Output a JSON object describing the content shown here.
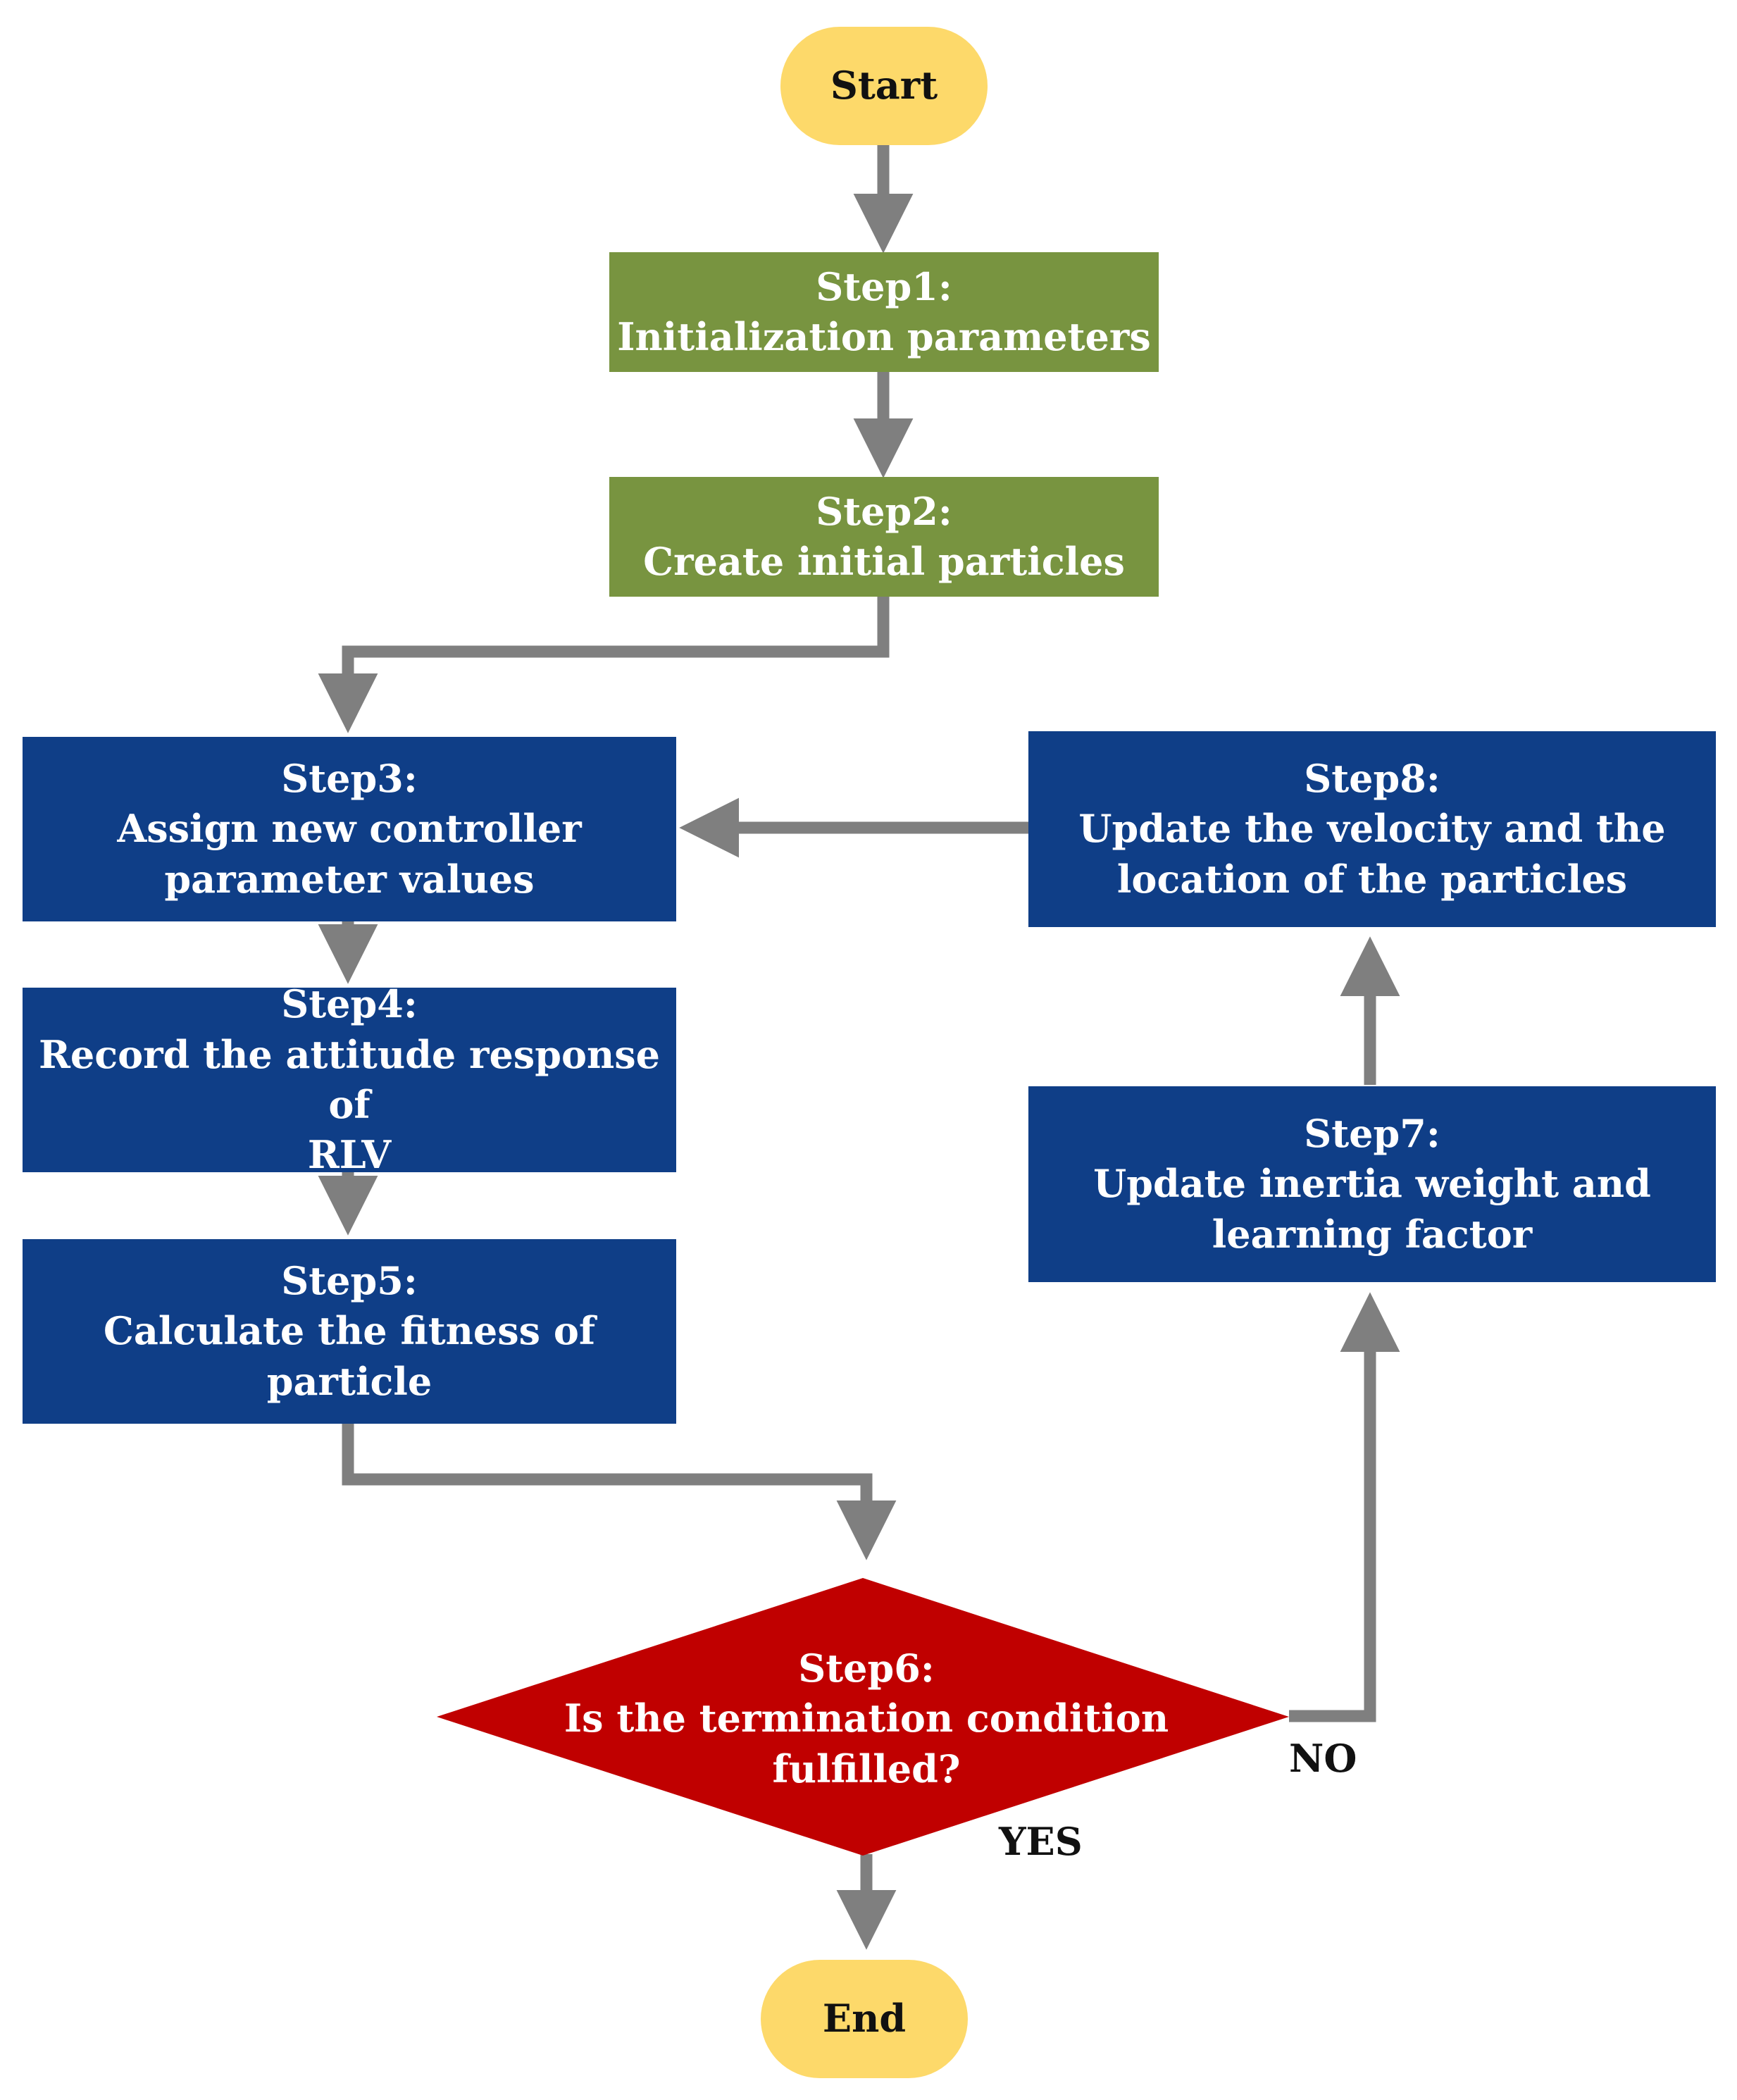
{
  "colors": {
    "terminal": "#fdd96a",
    "init_step": "#789440",
    "process_step": "#0f3e87",
    "decision": "#c00000",
    "arrow": "#7f7f7f"
  },
  "nodes": {
    "start": {
      "label": "Start"
    },
    "step1": {
      "title": "Step1:",
      "lines": [
        "Initialization parameters"
      ]
    },
    "step2": {
      "title": "Step2:",
      "lines": [
        "Create initial particles"
      ]
    },
    "step3": {
      "title": "Step3:",
      "lines": [
        "Assign new controller",
        "parameter values"
      ]
    },
    "step4": {
      "title": "Step4:",
      "lines": [
        "Record the attitude response of",
        "RLV"
      ]
    },
    "step5": {
      "title": "Step5:",
      "lines": [
        "Calculate the fitness of particle"
      ]
    },
    "step6": {
      "title": "Step6:",
      "lines": [
        "Is the termination condition",
        "fulfilled?"
      ]
    },
    "step7": {
      "title": "Step7:",
      "lines": [
        "Update inertia weight and",
        "learning factor"
      ]
    },
    "step8": {
      "title": "Step8:",
      "lines": [
        "Update the velocity and the",
        "location of the particles"
      ]
    },
    "end": {
      "label": "End"
    }
  },
  "edge_labels": {
    "yes": "YES",
    "no": "NO"
  }
}
